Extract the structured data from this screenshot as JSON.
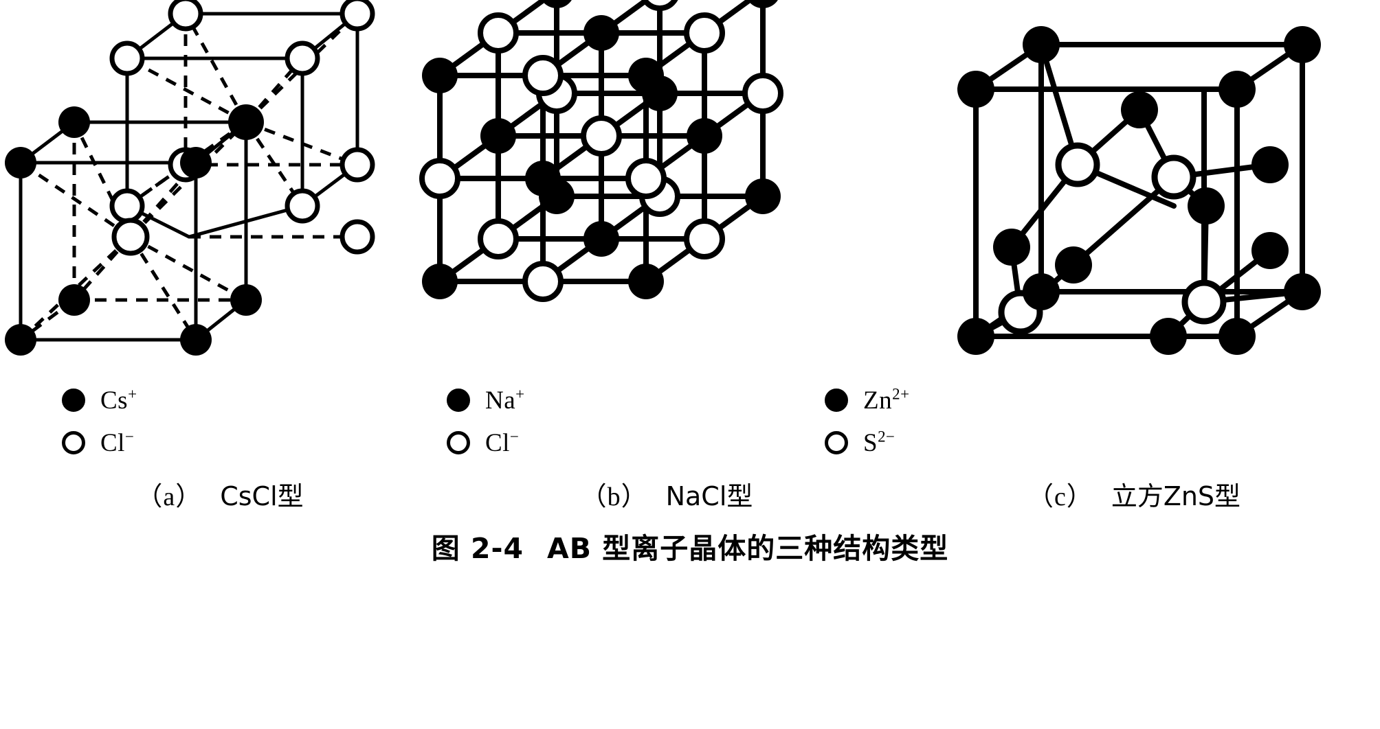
{
  "figure": {
    "caption_number": "图 2-4",
    "caption_text": "AB 型离子晶体的三种结构类型",
    "caption_full": "图 2-4  AB 型离子晶体的三种结构类型"
  },
  "panels": [
    {
      "id": "a",
      "index_label": "（a）",
      "name": "CsCl型",
      "structure_type": "CsCl (caesium chloride) type",
      "legend": [
        {
          "marker": "filled-circle",
          "label_base": "Cs",
          "label_sup": "+",
          "label": "Cs⁺"
        },
        {
          "marker": "open-circle",
          "label_base": "Cl",
          "label_sup": "−",
          "label": "Cl⁻"
        }
      ],
      "diagram": {
        "description": "Two interpenetrating simple cubes drawn in oblique projection. Front-lower-left cube has filled Cs+ ions at its eight corners; rear-upper-right cube has open Cl- ions at its eight corners. Dashed lines radiate from each body-centre ion to the eight corners of the surrounding cube.",
        "solid_edges": "cube edges",
        "dashed_edges": "hidden cube edges and body-centre coordination bonds"
      }
    },
    {
      "id": "b",
      "index_label": "（b）",
      "name": "NaCl型",
      "structure_type": "NaCl (rock salt) type",
      "legend": [
        {
          "marker": "filled-circle",
          "label_base": "Na",
          "label_sup": "+",
          "label": "Na⁺"
        },
        {
          "marker": "open-circle",
          "label_base": "Cl",
          "label_sup": "−",
          "label": "Cl⁻"
        }
      ],
      "diagram": {
        "description": "A 3×3×3 array of alternating filled Na+ and open Cl- ions connected by straight solid bonds forming a face-centred-cubic rock-salt lattice in oblique projection.",
        "grid": "3 x 3 x 3 ions",
        "alternation": "checkerboard: cation and anion alternate along every axis"
      }
    },
    {
      "id": "c",
      "index_label": "（c）",
      "name": "立方ZnS型",
      "structure_type": "Cubic ZnS (zinc blende / sphalerite) type",
      "legend": [
        {
          "marker": "filled-circle",
          "label_base": "Zn",
          "label_sup": "2+",
          "label": "Zn²⁺"
        },
        {
          "marker": "open-circle",
          "label_base": "S",
          "label_sup": "2−",
          "label": "S²⁻"
        }
      ],
      "diagram": {
        "description": "A cube outline with filled Zn2+ ions at the eight corners and six face centres, and four open S2- ions inside at alternate tetrahedral holes, each bonded tetrahedrally to four Zn2+ ions.",
        "corner_ions": 8,
        "face_centre_ions": 6,
        "interior_ions": 4,
        "coordination": "tetrahedral, 4:4"
      }
    }
  ],
  "style": {
    "ink": "#000000",
    "paper": "#ffffff"
  }
}
